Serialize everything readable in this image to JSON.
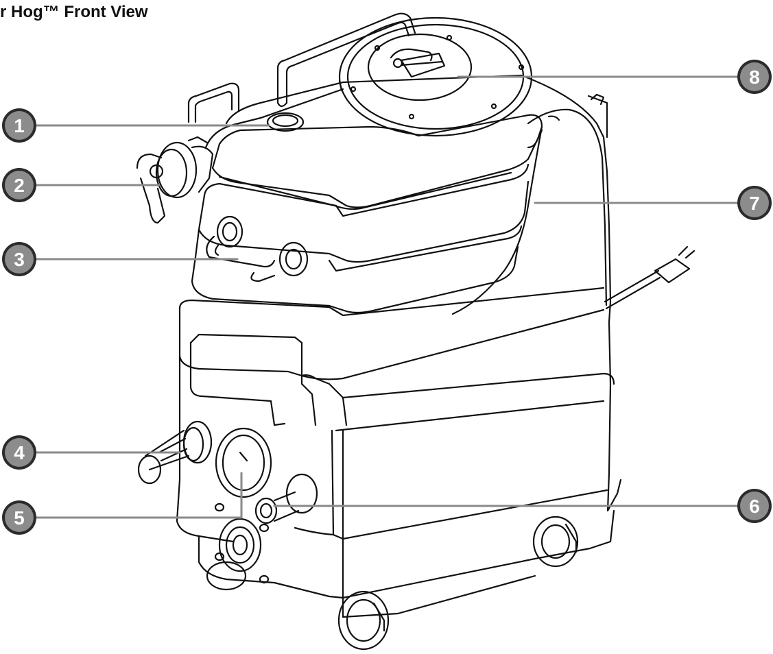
{
  "title": "r Hog™ Front View",
  "colors": {
    "line": "#111111",
    "leader": "#8a8a8a",
    "badge_fill": "#8c8c8c",
    "badge_ring": "#2b2b2b",
    "badge_text": "#ffffff"
  },
  "callouts": [
    {
      "id": "1",
      "label": "1"
    },
    {
      "id": "2",
      "label": "2"
    },
    {
      "id": "3",
      "label": "3"
    },
    {
      "id": "4",
      "label": "4"
    },
    {
      "id": "5",
      "label": "5"
    },
    {
      "id": "6",
      "label": "6"
    },
    {
      "id": "7",
      "label": "7"
    },
    {
      "id": "8",
      "label": "8"
    }
  ]
}
